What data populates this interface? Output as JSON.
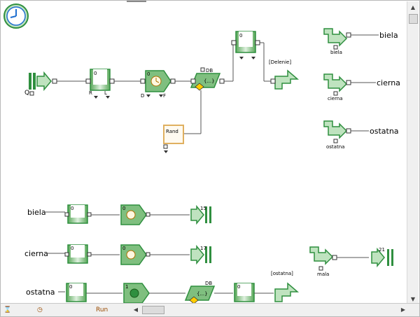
{
  "window": {
    "title": ""
  },
  "colors": {
    "block_fill": "#7fbf7f",
    "block_stroke": "#2f8f3f",
    "accent": "#ffcc00",
    "clock_blue": "#1f6fd0",
    "rand_border": "#e0b060"
  },
  "clock": {
    "icon": "simulation-clock-icon"
  },
  "top_chain": {
    "queue_label": "Q",
    "queue1": {
      "count": "0",
      "ports": "R L"
    },
    "activity1": {
      "count": "0",
      "ports": "D F"
    },
    "decision": {
      "label": "DB",
      "expr": "{...}"
    },
    "queue2": {
      "count": "0"
    },
    "route_label": "[Delenie]",
    "rand_label": "Rand"
  },
  "connectors_right": [
    {
      "small": "biela",
      "big": "biela"
    },
    {
      "small": "cierna",
      "big": "cierna"
    },
    {
      "small": "ostatna",
      "big": "ostatna"
    }
  ],
  "rows": [
    {
      "label": "biela",
      "q": "0",
      "a": "0",
      "count": "15"
    },
    {
      "label": "cierna",
      "q": "0",
      "a": "0",
      "count": "17"
    },
    {
      "label": "ostatna",
      "q": "0",
      "a": "1",
      "count": "",
      "db": "DB",
      "expr": "{...}",
      "q2": "0",
      "route": "[ostatna]"
    }
  ],
  "mala": {
    "label": "mala",
    "count": "21"
  },
  "status": {
    "time_icon": "hourglass-icon",
    "clock_icon": "clock-icon",
    "state": "Run"
  }
}
